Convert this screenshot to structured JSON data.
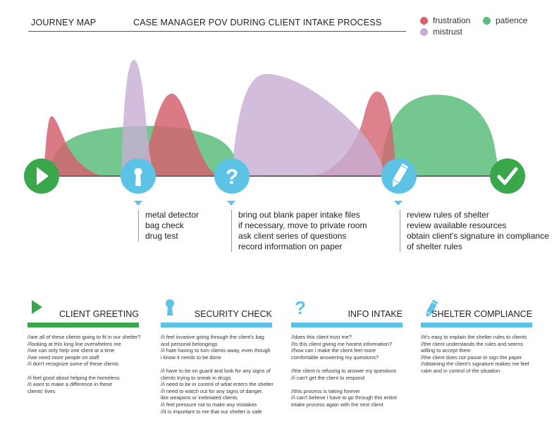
{
  "header": {
    "left_title": "JOURNEY MAP",
    "main_title": "CASE MANAGER POV DURING CLIENT INTAKE PROCESS"
  },
  "legend": [
    {
      "label": "frustration",
      "color": "#d4636f"
    },
    {
      "label": "mistrust",
      "color": "#c8aed4"
    },
    {
      "label": "patience",
      "color": "#5bbd7b"
    }
  ],
  "colors": {
    "start": "#3aa84a",
    "end": "#3aa84a",
    "step": "#5dc3e6",
    "green_bar": "#3aa84a",
    "blue_bar": "#5dc3e6"
  },
  "icons": {
    "start": "play-icon",
    "security": "keyhole-icon",
    "intake": "question-icon",
    "compliance": "pencil-icon",
    "end": "check-icon"
  },
  "steps": [
    {
      "items": [
        "metal detector",
        "bag check",
        "drug test"
      ]
    },
    {
      "items": [
        "bring out blank paper intake files",
        "if necessary, move to private room",
        "ask client series of questions",
        "record information on paper"
      ]
    },
    {
      "items": [
        "review rules of shelter",
        "review available resources",
        "obtain client's signature in compliance",
        "of shelter rules"
      ]
    }
  ],
  "cards": [
    {
      "title": "CLIENT GREETING",
      "quotes": [
        "//are all of these clients going to fit in our shelter?",
        "//looking at this long line overwhelms me",
        "//we can only help one client at a time",
        "//we need more people on staff",
        "//i don't recognize some of these clients",
        "",
        "//i feel good about helping the homeless",
        "//i want to make a difference in these",
        "clients' lives"
      ]
    },
    {
      "title": "SECURITY CHECK",
      "quotes": [
        "//i feel invasive going through the client's bag",
        "and personal belongings",
        "//i hate having to turn clients away, even though",
        "i know it needs to be done",
        "",
        "//i have to be on guard and look for any signs of",
        "clients trying to sneak in drugs",
        "//i need to be in control of what enters the shelter",
        "//i need to watch out for any signs of danger,",
        "like weapons or inebriated clients",
        "//i feel pressure not to make any mistakes",
        "//it is important to me that our shelter is safe"
      ]
    },
    {
      "title": "INFO INTAKE",
      "quotes": [
        "//does this client trust me?",
        "//is this client giving me honest information?",
        "//how can i make the client feel more",
        "comfortable answering my questions?",
        "",
        "//the client is refusing to answer my questions",
        "//i can't get the client to respond",
        "",
        "//this process is taking forever",
        "//i can't believe i have to go through this entire",
        "intake process again with the next client"
      ]
    },
    {
      "title": "SHELTER COMPLIANCE",
      "quotes": [
        "//it's easy to explain the shelter rules to clients",
        "//the client understands the rules and seems",
        "willing to accept them",
        "//the client does not pause to sign the paper",
        "//obtaining the client's signature makes me feel",
        "calm and in control of the situation"
      ]
    }
  ]
}
